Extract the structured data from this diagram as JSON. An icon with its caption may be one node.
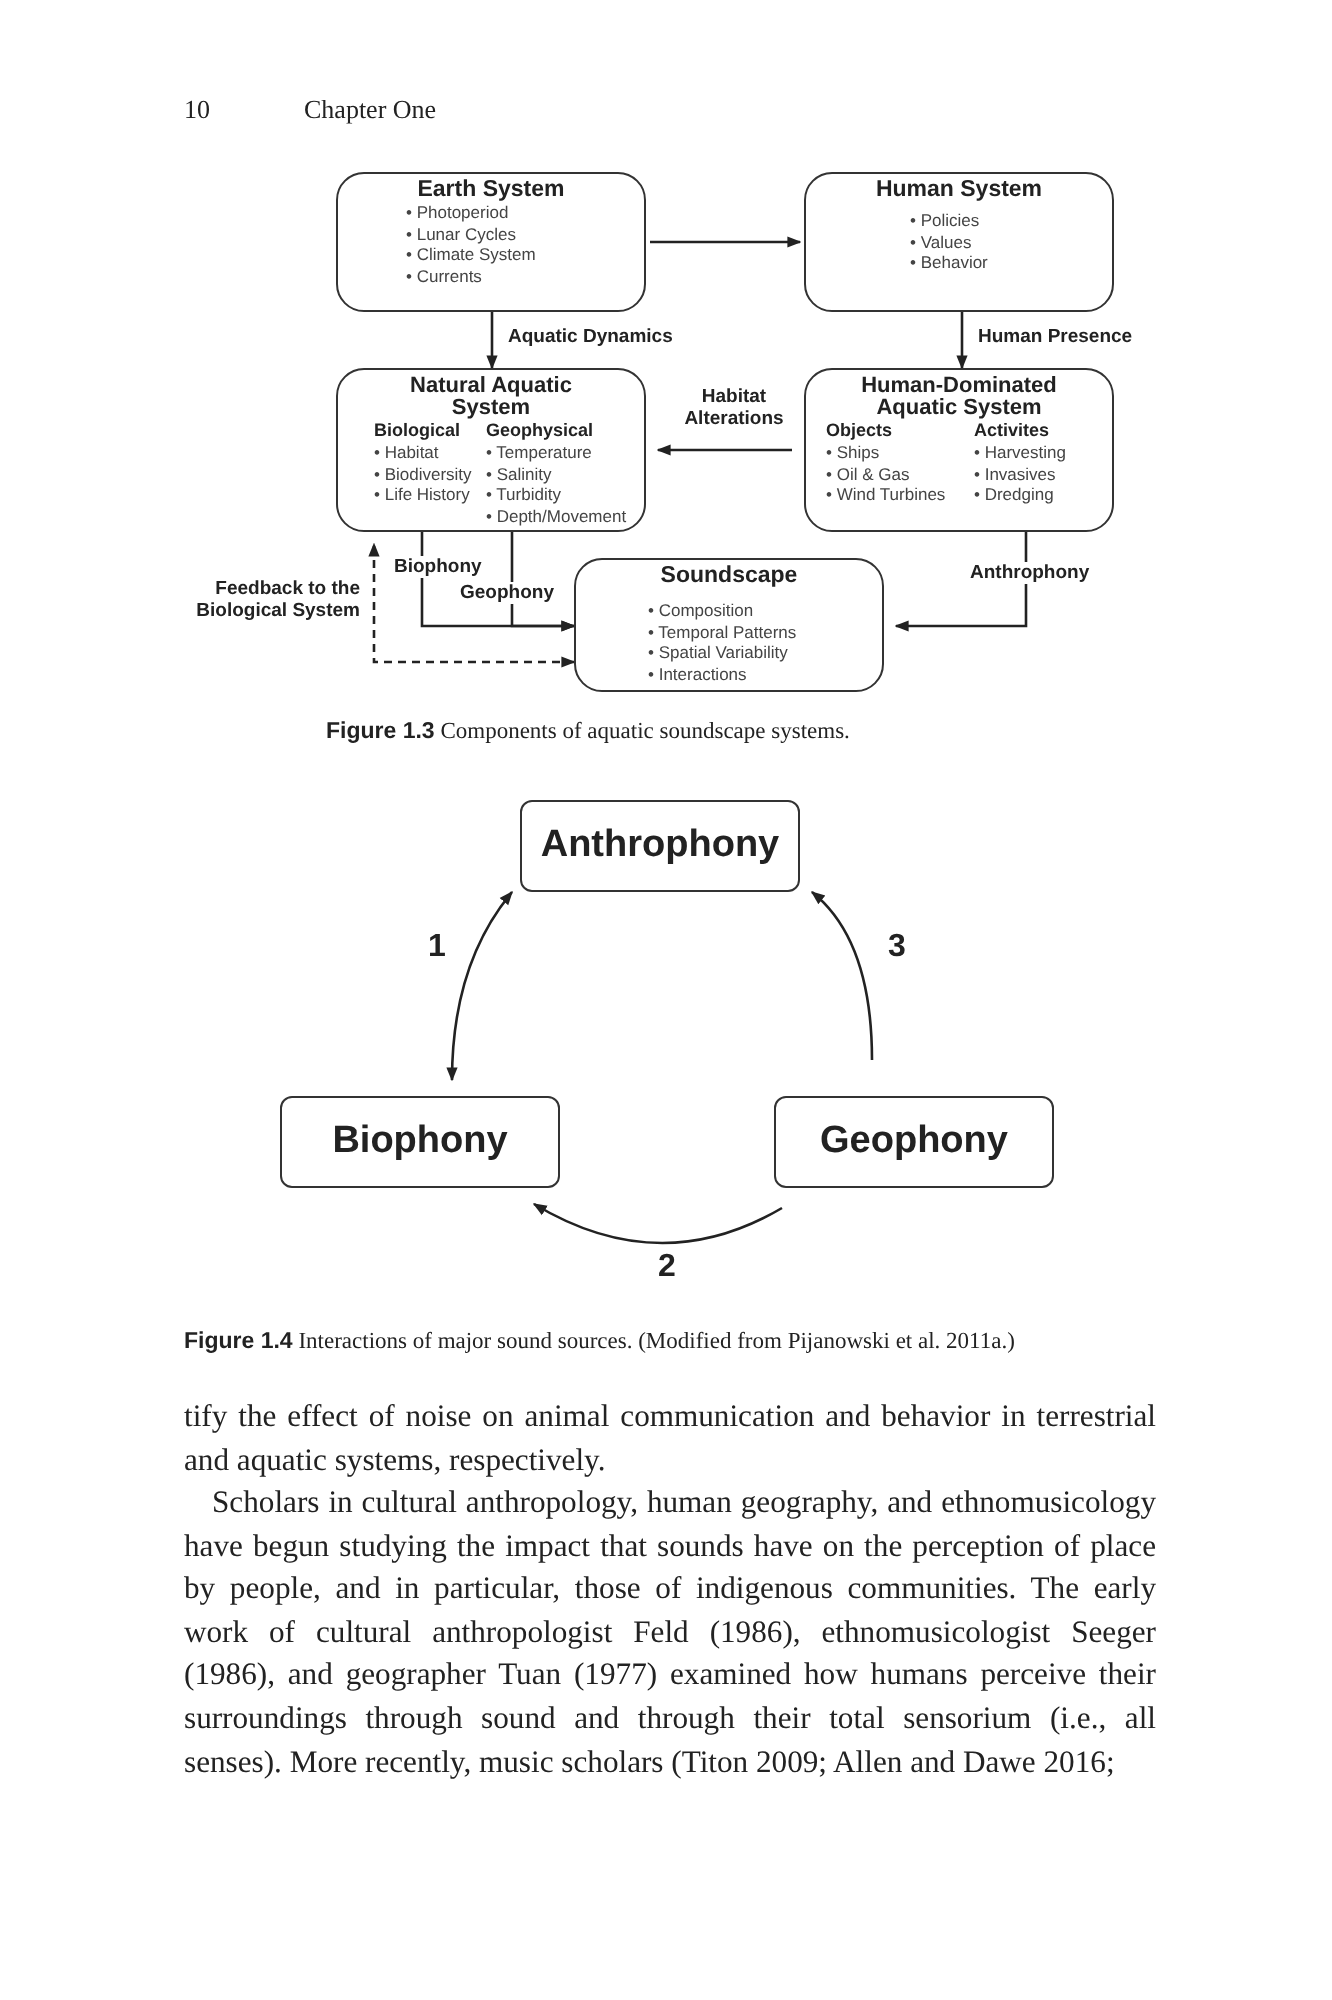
{
  "diagram": {
    "nodes": [
      {
        "text": [
          "Earth System",
          "• Photoperiod",
          "• Lunar Cycles",
          "• Climate System",
          "• Currents"
        ]
      },
      {
        "text": [
          "Human System",
          "• Policies",
          "• Values",
          "• Behavior"
        ]
      },
      {
        "text": [
          "Natural Aquatic System",
          "Biological",
          "• Habitat",
          "• Biodiversity",
          "• Life History",
          "Geophysical",
          "• Temperature",
          "• Salinity",
          "• Turbidity",
          "• Depth/Movement"
        ]
      },
      {
        "text": [
          "Human-Dominated Aquatic System",
          "Objects",
          "• Ships",
          "• Oil & Gas",
          "• Wind Turbines",
          "Activites",
          "• Harvesting",
          "• Invasives",
          "• Dredging"
        ]
      },
      {
        "text": [
          "Soundscape",
          "• Composition",
          "• Temporal Patterns",
          "• Spatial Variability",
          "• Interactions"
        ]
      },
      {
        "text": [
          "Anthrophony"
        ]
      },
      {
        "text": [
          "Biophony"
        ]
      },
      {
        "text": [
          "Geophony"
        ]
      }
    ],
    "edges": [
      {
        "from": 0,
        "to": 1,
        "arrow": "to"
      },
      {
        "from": 0,
        "to": 2,
        "arrow": "to",
        "label": "Aquatic Dynamics"
      },
      {
        "from": 1,
        "to": 3,
        "arrow": "to",
        "label": "Human Presence"
      },
      {
        "from": 3,
        "to": 2,
        "arrow": "to",
        "label": "Habitat Alterations"
      },
      {
        "from": 2,
        "to": 4,
        "arrow": "to",
        "label": "Biophony"
      },
      {
        "from": 2,
        "to": 4,
        "arrow": "to",
        "label": "Geophony"
      },
      {
        "from": 3,
        "to": 4,
        "arrow": "to",
        "label": "Anthrophony"
      },
      {
        "from": 4,
        "to": 2,
        "arrow": "both",
        "style": "dashed",
        "label": "Feedback to the Biological System"
      },
      {
        "from": 6,
        "to": 5,
        "arrow": "both",
        "label": "1"
      },
      {
        "from": 7,
        "to": 6,
        "arrow": "to",
        "label": "2"
      },
      {
        "from": 7,
        "to": 5,
        "arrow": "to",
        "label": "3"
      }
    ],
    "labels": [
      "10",
      "Chapter One",
      "**Figure 1.3** Components of aquatic soundscape systems.",
      "**Figure 1.4** Interactions of major sound sources. (Modified from Pijanowski et al. 2011a.)",
      "tify the effect of noise on animal communication and behavior in terrestrial and aquatic systems, respectively.",
      "Scholars in cultural anthropology, human geography, and ethnomusicology have begun studying the impact that sounds have on the perception of place by people, and in particular, those of indigenous communities. The early work of cultural anthropologist Feld (1986), ethnomusicologist Seeger (1986), and geographer Tuan (1977) examined how humans perceive their surroundings through sound and through their total sensorium (i.e., all senses). More recently, music scholars (Titon 2009; Allen and Dawe 2016;"
    ]
  }
}
